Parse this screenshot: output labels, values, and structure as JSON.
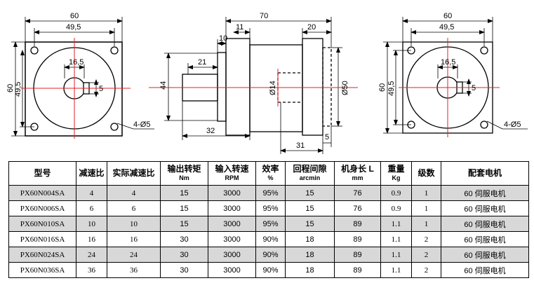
{
  "drawing": {
    "left_view": {
      "width_outer": "60",
      "width_inner": "49,5",
      "height_outer": "60",
      "height_inner": "49,5",
      "keyway_width": "16,5",
      "key_dim": "5",
      "holes": "4-Ø5"
    },
    "side_view": {
      "total_length": "70",
      "flange": "11",
      "flange_thin": "10",
      "rear_length": "20",
      "shaft_length": "21",
      "shaft_total": "32",
      "shaft_height": "44",
      "bore_dia": "Ø14",
      "pilot_dia": "Ø50",
      "bottom_length": "31",
      "bottom_offset": "5"
    },
    "right_view": {
      "width_outer": "60",
      "width_inner": "49,5",
      "height_outer": "60",
      "height_inner": "49,5",
      "keyway_width": "16,5",
      "key_dim": "5",
      "holes": "4-Ø5"
    }
  },
  "table": {
    "headers": [
      {
        "label": "型号",
        "sub": ""
      },
      {
        "label": "减速比",
        "sub": ""
      },
      {
        "label": "实际减速比",
        "sub": ""
      },
      {
        "label": "输出转矩",
        "sub": "Nm"
      },
      {
        "label": "输入转速",
        "sub": "RPM"
      },
      {
        "label": "效率",
        "sub": "%"
      },
      {
        "label": "回程间隙",
        "sub": "arcmin"
      },
      {
        "label": "机身长 L",
        "sub": "mm"
      },
      {
        "label": "重量",
        "sub": "Kg"
      },
      {
        "label": "级数",
        "sub": ""
      },
      {
        "label": "配套电机",
        "sub": ""
      }
    ],
    "rows": [
      [
        "PX60N004SA",
        "4",
        "4",
        "15",
        "3000",
        "95%",
        "15",
        "76",
        "0.9",
        "1",
        "60 伺服电机"
      ],
      [
        "PX60N006SA",
        "6",
        "6",
        "15",
        "3000",
        "95%",
        "15",
        "76",
        "0.9",
        "1",
        "60 伺服电机"
      ],
      [
        "PX60N010SA",
        "10",
        "10",
        "15",
        "3000",
        "95%",
        "15",
        "89",
        "1.1",
        "1",
        "60 伺服电机"
      ],
      [
        "PX60N016SA",
        "16",
        "16",
        "30",
        "3000",
        "90%",
        "18",
        "89",
        "1.1",
        "2",
        "60 伺服电机"
      ],
      [
        "PX60N024SA",
        "24",
        "24",
        "30",
        "3000",
        "90%",
        "18",
        "89",
        "1.1",
        "2",
        "60 伺服电机"
      ],
      [
        "PX60N036SA",
        "36",
        "36",
        "30",
        "3000",
        "90%",
        "18",
        "89",
        "1.1",
        "2",
        "60 伺服电机"
      ]
    ]
  },
  "colors": {
    "centerline": "#e0202a",
    "row_shade": "#d8d8d8"
  }
}
